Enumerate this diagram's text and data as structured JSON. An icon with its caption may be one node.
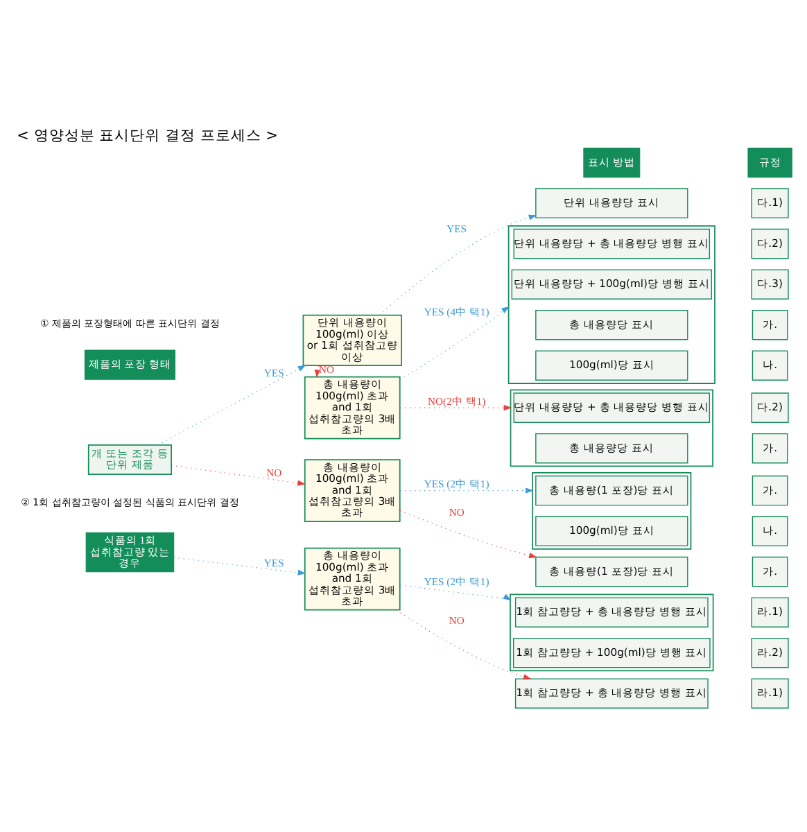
{
  "diagram": {
    "title": "< 영양성분 표시단위 결정 프로세스 >",
    "nodes": [
      {
        "text": [
          "제품의 포장 형태"
        ]
      },
      {
        "text": [
          "표시 방법"
        ]
      },
      {
        "text": [
          "규정"
        ]
      },
      {
        "text": [
          "개 또는 조각 등 단위 제품"
        ]
      },
      {
        "text": [
          "단위 내용량이 100g(ml) 이상 or 1회 섭취참고량 이상"
        ]
      },
      {
        "text": [
          "단위 내용량당 표시"
        ]
      },
      {
        "text": [
          "다.1)"
        ]
      },
      {
        "text": [
          "총 내용량이 100g(ml) 초과 and 1회 섭취참고량의 3배 초과"
        ]
      },
      {
        "text": [],
        "shape": "box"
      },
      {
        "text": [
          "단위 내용량당 + 총 내용량당 병행 표시"
        ],
        "in": 8
      },
      {
        "text": [
          "단위 내용량당 + 100g(ml)당 병행 표시"
        ],
        "in": 8
      },
      {
        "text": [
          "총 내용량당 표시"
        ],
        "in": 8
      },
      {
        "text": [
          "100g(ml)당 표시"
        ],
        "in": 8
      },
      {
        "text": [
          "다.2)"
        ]
      },
      {
        "text": [
          "다.3)"
        ]
      },
      {
        "text": [
          "가."
        ]
      },
      {
        "text": [
          "나."
        ]
      },
      {
        "text": [],
        "shape": "box"
      },
      {
        "text": [
          "단위 내용량당 + 총 내용량당 병행 표시"
        ],
        "in": 17
      },
      {
        "text": [
          "총 내용량당 표시"
        ],
        "in": 17
      },
      {
        "text": [
          "다.2)"
        ]
      },
      {
        "text": [
          "가."
        ]
      },
      {
        "text": [
          "총 내용량이 100g(ml) 초과 and 1회 섭취참고량의 3배 초과"
        ]
      },
      {
        "text": [],
        "shape": "box"
      },
      {
        "text": [
          "총 내용량(1 포장)당 표시"
        ],
        "in": 23
      },
      {
        "text": [
          "100g(ml)당 표시"
        ],
        "in": 23
      },
      {
        "text": [
          "가."
        ]
      },
      {
        "text": [
          "나."
        ]
      },
      {
        "text": [
          "총 내용량(1 포장)당 표시"
        ]
      },
      {
        "text": [
          "가."
        ]
      },
      {
        "text": [
          "식품의 1회 섭취참고량 있는 경우"
        ]
      },
      {
        "text": [
          "총 내용량이 100g(ml) 초과 and 1회 섭취참고량의 3배 초과"
        ]
      },
      {
        "text": [],
        "shape": "box"
      },
      {
        "text": [
          "1회 참고량당 + 총 내용량당 병행 표시"
        ],
        "in": 32
      },
      {
        "text": [
          "1회 참고량당 + 100g(ml)당 병행 표시"
        ],
        "in": 32
      },
      {
        "text": [
          "라.1)"
        ]
      },
      {
        "text": [
          "라.2)"
        ]
      },
      {
        "text": [
          "1회 참고량당 + 총 내용량당 병행 표시"
        ]
      },
      {
        "text": [
          "라.1)"
        ]
      }
    ],
    "edges": [
      {
        "from": 3,
        "to": 4,
        "arrow": "to",
        "label": "YES",
        "color": "#3d9ad8"
      },
      {
        "from": 4,
        "to": 5,
        "arrow": "to",
        "label": "YES",
        "color": "#3d9ad8"
      },
      {
        "from": 4,
        "to": 7,
        "arrow": "to",
        "label": "NO",
        "color": "#e8413c"
      },
      {
        "from": 3,
        "to": 22,
        "arrow": "to",
        "label": "NO",
        "color": "#e8413c"
      },
      {
        "from": 7,
        "to": 8,
        "arrow": "to",
        "label": "YES (4中 택1)",
        "color": "#3d9ad8"
      },
      {
        "from": 7,
        "to": 17,
        "arrow": "to",
        "label": "NO(2中 택1)",
        "color": "#e8413c"
      },
      {
        "from": 22,
        "to": 23,
        "arrow": "to",
        "label": "YES (2中 택1)",
        "color": "#3d9ad8"
      },
      {
        "from": 22,
        "to": 28,
        "arrow": "to",
        "label": "NO",
        "color": "#e8413c"
      },
      {
        "from": 30,
        "to": 31,
        "arrow": "to",
        "label": "YES",
        "color": "#3d9ad8"
      },
      {
        "from": 31,
        "to": 32,
        "arrow": "to",
        "label": "YES (2中 택1)",
        "color": "#3d9ad8"
      },
      {
        "from": 31,
        "to": 37,
        "arrow": "to",
        "label": "NO",
        "color": "#e8413c"
      }
    ],
    "labels": [
      "① 제품의 포장형태에 따른 표시단위 결정",
      "② 1회 섭취참고량이 설정된 식품의 표시단위 결정"
    ]
  }
}
